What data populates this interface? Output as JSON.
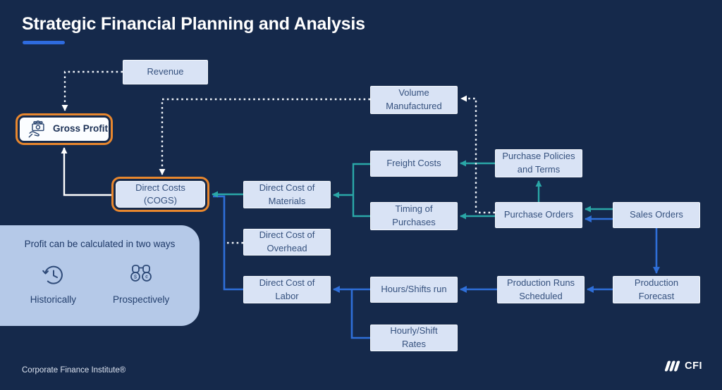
{
  "title": "Strategic Financial Planning and Analysis",
  "nodes": {
    "revenue": {
      "label": "Revenue"
    },
    "gross_profit": {
      "label": "Gross Profit",
      "highlighted": true
    },
    "direct_costs": {
      "label": "Direct Costs\n(COGS)",
      "highlighted": true
    },
    "volume_manufactured": {
      "label": "Volume\nManufactured"
    },
    "freight_costs": {
      "label": "Freight Costs"
    },
    "timing_of_purchases": {
      "label": "Timing of\nPurchases"
    },
    "purchase_policies": {
      "label": "Purchase Policies\nand Terms"
    },
    "purchase_orders": {
      "label": "Purchase Orders"
    },
    "sales_orders": {
      "label": "Sales Orders"
    },
    "direct_cost_materials": {
      "label": "Direct Cost of\nMaterials"
    },
    "direct_cost_overhead": {
      "label": "Direct Cost of\nOverhead"
    },
    "direct_cost_labor": {
      "label": "Direct Cost of\nLabor"
    },
    "hours_shifts_run": {
      "label": "Hours/Shifts run"
    },
    "hourly_shift_rates": {
      "label": "Hourly/Shift\nRates"
    },
    "production_runs_scheduled": {
      "label": "Production Runs\nScheduled"
    },
    "production_forecast": {
      "label": "Production\nForecast"
    }
  },
  "info_panel": {
    "heading": "Profit can be calculated in two ways",
    "items": [
      {
        "label": "Historically",
        "icon": "history-clock-icon"
      },
      {
        "label": "Prospectively",
        "icon": "binoculars-icon"
      }
    ]
  },
  "footer": {
    "credit": "Corporate Finance Institute®",
    "logo_text": "CFI"
  },
  "colors": {
    "background": "#15294B",
    "node_fill": "#D9E3F5",
    "node_text": "#35517E",
    "highlight_border": "#E8872E",
    "teal_line": "#2AA7A7",
    "blue_line": "#2F6FD9",
    "white_line": "#FFFFFF",
    "panel_fill": "#B5C9E8",
    "title_underline": "#2E6BDF"
  }
}
